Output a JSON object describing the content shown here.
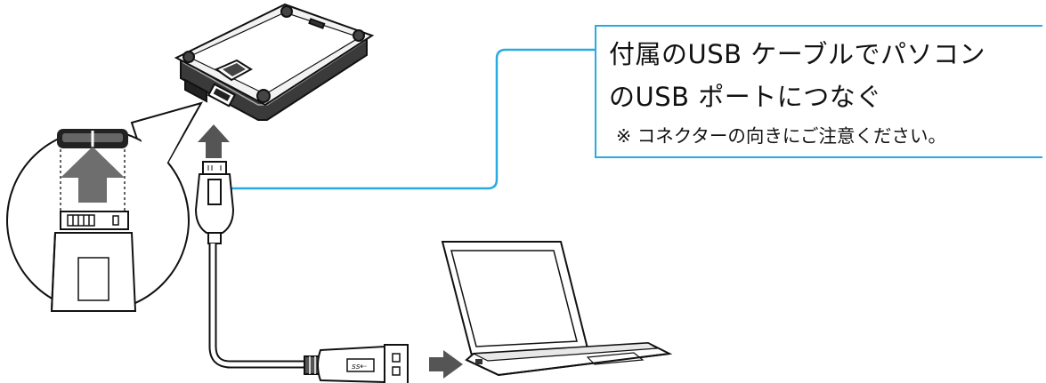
{
  "callout": {
    "line1": "付属のUSB ケーブルでパソコン",
    "line2": "のUSB ポートにつなぐ",
    "note": "※ コネクターの向きにご注意ください。"
  },
  "colors": {
    "accent_line": "#29abe2",
    "arrow": "#555555",
    "stroke": "#111111"
  },
  "icons": [
    "hdd-drive",
    "usb-micro-b-connector",
    "usb-a-connector",
    "ss-usb-logo",
    "laptop",
    "magnifier-callout"
  ]
}
